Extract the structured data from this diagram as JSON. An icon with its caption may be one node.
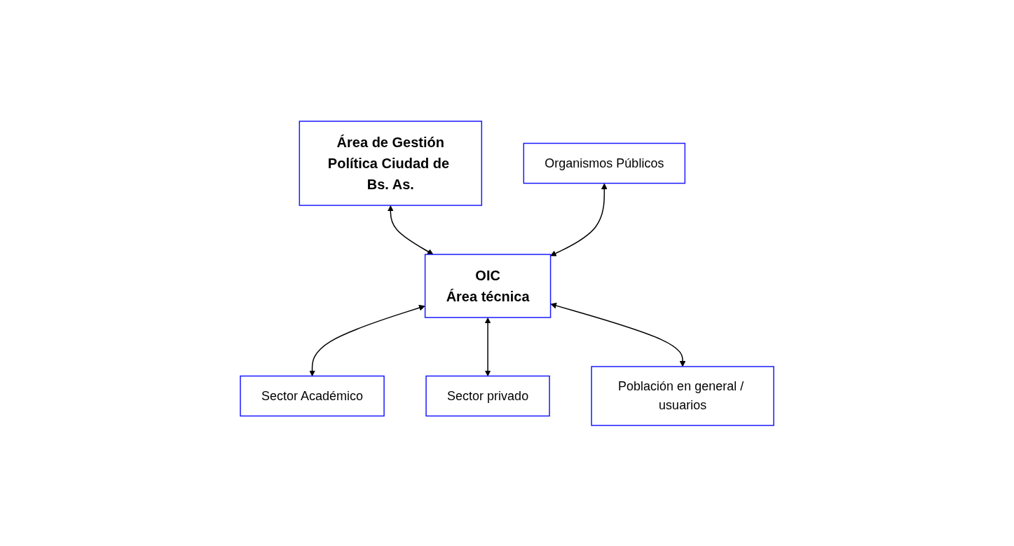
{
  "diagram": {
    "nodes": [
      {
        "text": [
          "Área de Gestión",
          "Política Ciudad de Bs. As."
        ]
      },
      {
        "text": [
          "Organismos Públicos"
        ]
      },
      {
        "text": [
          "OIC",
          "Área técnica"
        ]
      },
      {
        "text": [
          "Sector Académico"
        ]
      },
      {
        "text": [
          "Sector privado"
        ]
      },
      {
        "text": [
          "Población en general / usuarios"
        ]
      }
    ],
    "edges": [
      {
        "from": 0,
        "to": 2,
        "arrow": "both"
      },
      {
        "from": 1,
        "to": 2,
        "arrow": "both"
      },
      {
        "from": 2,
        "to": 3,
        "arrow": "both"
      },
      {
        "from": 2,
        "to": 4,
        "arrow": "both"
      },
      {
        "from": 2,
        "to": 5,
        "arrow": "both"
      }
    ]
  }
}
